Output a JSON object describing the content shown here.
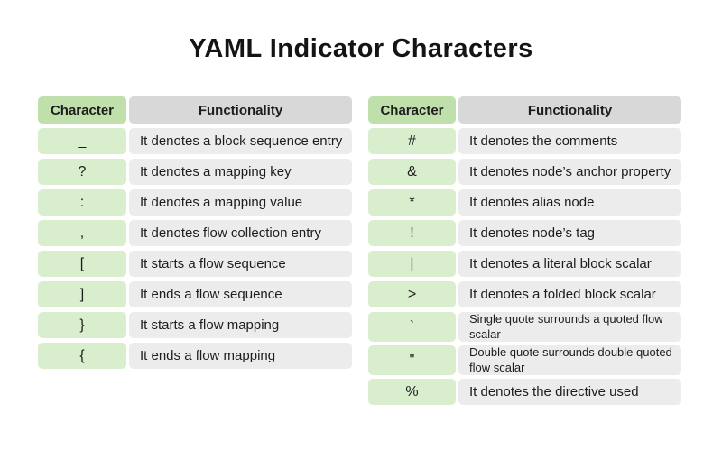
{
  "page": {
    "title": "YAML Indicator Characters"
  },
  "colors": {
    "header_green": "#bfdfab",
    "row_green": "#d9eecd",
    "header_gray": "#d8d8d8",
    "row_gray": "#ececec",
    "text": "#1d1d1d",
    "background": "#ffffff"
  },
  "tables": [
    {
      "headers": {
        "character": "Character",
        "functionality": "Functionality"
      },
      "rows": [
        {
          "char": "_",
          "text": "It denotes a block sequence entry"
        },
        {
          "char": "?",
          "text": "It denotes a mapping key"
        },
        {
          "char": ":",
          "text": "It denotes a mapping value"
        },
        {
          "char": ",",
          "text": "It denotes flow collection entry"
        },
        {
          "char": "[",
          "text": "It starts a flow sequence"
        },
        {
          "char": "]",
          "text": "It ends a flow sequence"
        },
        {
          "char": "}",
          "text": "It starts a flow mapping"
        },
        {
          "char": "{",
          "text": "It ends a flow mapping"
        }
      ]
    },
    {
      "headers": {
        "character": "Character",
        "functionality": "Functionality"
      },
      "rows": [
        {
          "char": "#",
          "text": "It denotes the comments"
        },
        {
          "char": "&",
          "text": "It denotes node’s anchor property"
        },
        {
          "char": "*",
          "text": "It denotes alias node"
        },
        {
          "char": "!",
          "text": "It denotes node’s tag"
        },
        {
          "char": "|",
          "text": "It denotes a literal block scalar"
        },
        {
          "char": ">",
          "text": "It denotes a folded block scalar"
        },
        {
          "char": "`",
          "text": "Single quote surrounds a quoted flow scalar"
        },
        {
          "char": "\"",
          "text": "Double quote surrounds double quoted flow scalar"
        },
        {
          "char": "%",
          "text": "It denotes the directive used"
        }
      ]
    }
  ],
  "chart_data": [
    {
      "type": "table",
      "title": "YAML Indicator Characters",
      "columns": [
        "Character",
        "Functionality"
      ],
      "rows": [
        [
          "_",
          "It denotes a block sequence entry"
        ],
        [
          "?",
          "It denotes a mapping key"
        ],
        [
          ":",
          "It denotes a mapping value"
        ],
        [
          ",",
          "It denotes flow collection entry"
        ],
        [
          "[",
          "It starts a flow sequence"
        ],
        [
          "]",
          "It ends a flow sequence"
        ],
        [
          "}",
          "It starts a flow mapping"
        ],
        [
          "{",
          "It ends a flow mapping"
        ]
      ]
    },
    {
      "type": "table",
      "title": "YAML Indicator Characters",
      "columns": [
        "Character",
        "Functionality"
      ],
      "rows": [
        [
          "#",
          "It denotes the comments"
        ],
        [
          "&",
          "It denotes node’s anchor property"
        ],
        [
          "*",
          "It denotes alias node"
        ],
        [
          "!",
          "It denotes node’s tag"
        ],
        [
          "|",
          "It denotes a literal block scalar"
        ],
        [
          ">",
          "It denotes a folded block scalar"
        ],
        [
          "`",
          "Single quote surrounds a quoted flow scalar"
        ],
        [
          "\"",
          "Double quote surrounds double quoted flow scalar"
        ],
        [
          "%",
          "It denotes the directive used"
        ]
      ]
    }
  ]
}
